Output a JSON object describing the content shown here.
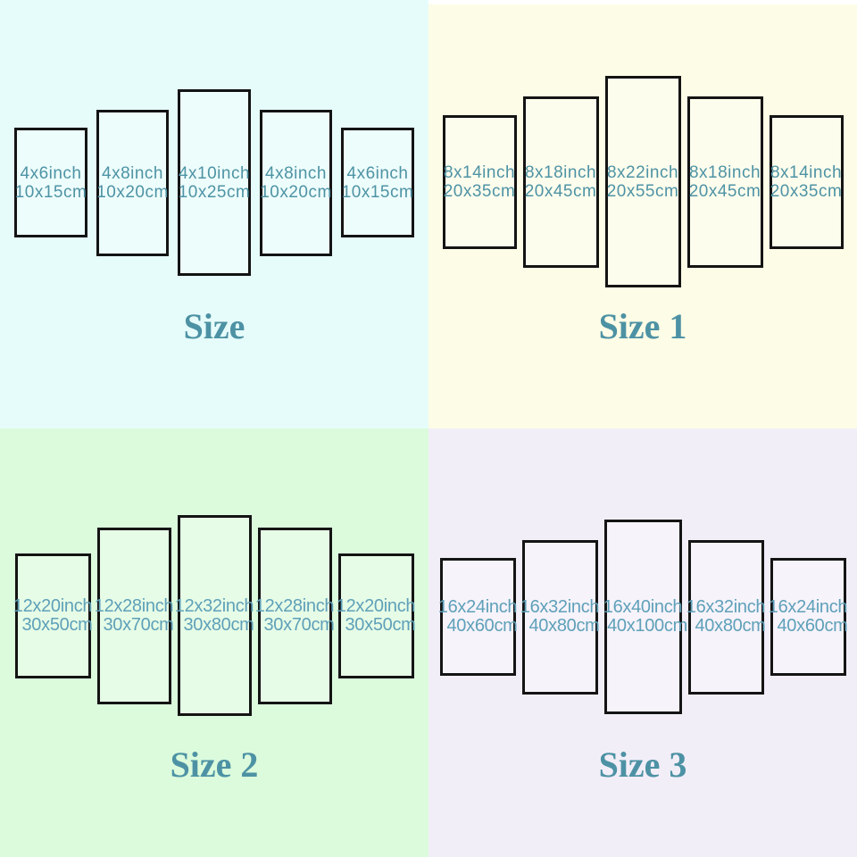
{
  "colors": {
    "panel_border": "#141414",
    "label_text_top": "#4e93a5",
    "label_text_bottom": "#5fa0b9",
    "title_text": "#4d92a4",
    "edge_strip": "#ffffff"
  },
  "quadrants": [
    {
      "title": "Size",
      "background": "#e6fcfa",
      "panels": [
        {
          "inches": "4x6inch",
          "cm": "10x15cm"
        },
        {
          "inches": "4x8inch",
          "cm": "10x20cm"
        },
        {
          "inches": "4x10inch",
          "cm": "10x25cm"
        },
        {
          "inches": "4x8inch",
          "cm": "10x20cm"
        },
        {
          "inches": "4x6inch",
          "cm": "10x15cm"
        }
      ]
    },
    {
      "title": "Size 1",
      "background": "#fdfce6",
      "panels": [
        {
          "inches": "8x14inch",
          "cm": "20x35cm"
        },
        {
          "inches": "8x18inch",
          "cm": "20x45cm"
        },
        {
          "inches": "8x22inch",
          "cm": "20x55cm"
        },
        {
          "inches": "8x18inch",
          "cm": "20x45cm"
        },
        {
          "inches": "8x14inch",
          "cm": "20x35cm"
        }
      ]
    },
    {
      "title": "Size 2",
      "background": "#dbfbdc",
      "panels": [
        {
          "inches": "12x20inch",
          "cm": "30x50cm"
        },
        {
          "inches": "12x28inch",
          "cm": "30x70cm"
        },
        {
          "inches": "12x32inch",
          "cm": "30x80cm"
        },
        {
          "inches": "12x28inch",
          "cm": "30x70cm"
        },
        {
          "inches": "12x20inch",
          "cm": "30x50cm"
        }
      ]
    },
    {
      "title": "Size 3",
      "background": "#f2eef8",
      "panels": [
        {
          "inches": "16x24inch",
          "cm": "40x60cm"
        },
        {
          "inches": "16x32inch",
          "cm": "40x80cm"
        },
        {
          "inches": "16x40inch",
          "cm": "40x100cm"
        },
        {
          "inches": "16x32inch",
          "cm": "40x80cm"
        },
        {
          "inches": "16x24inch",
          "cm": "40x60cm"
        }
      ]
    }
  ]
}
